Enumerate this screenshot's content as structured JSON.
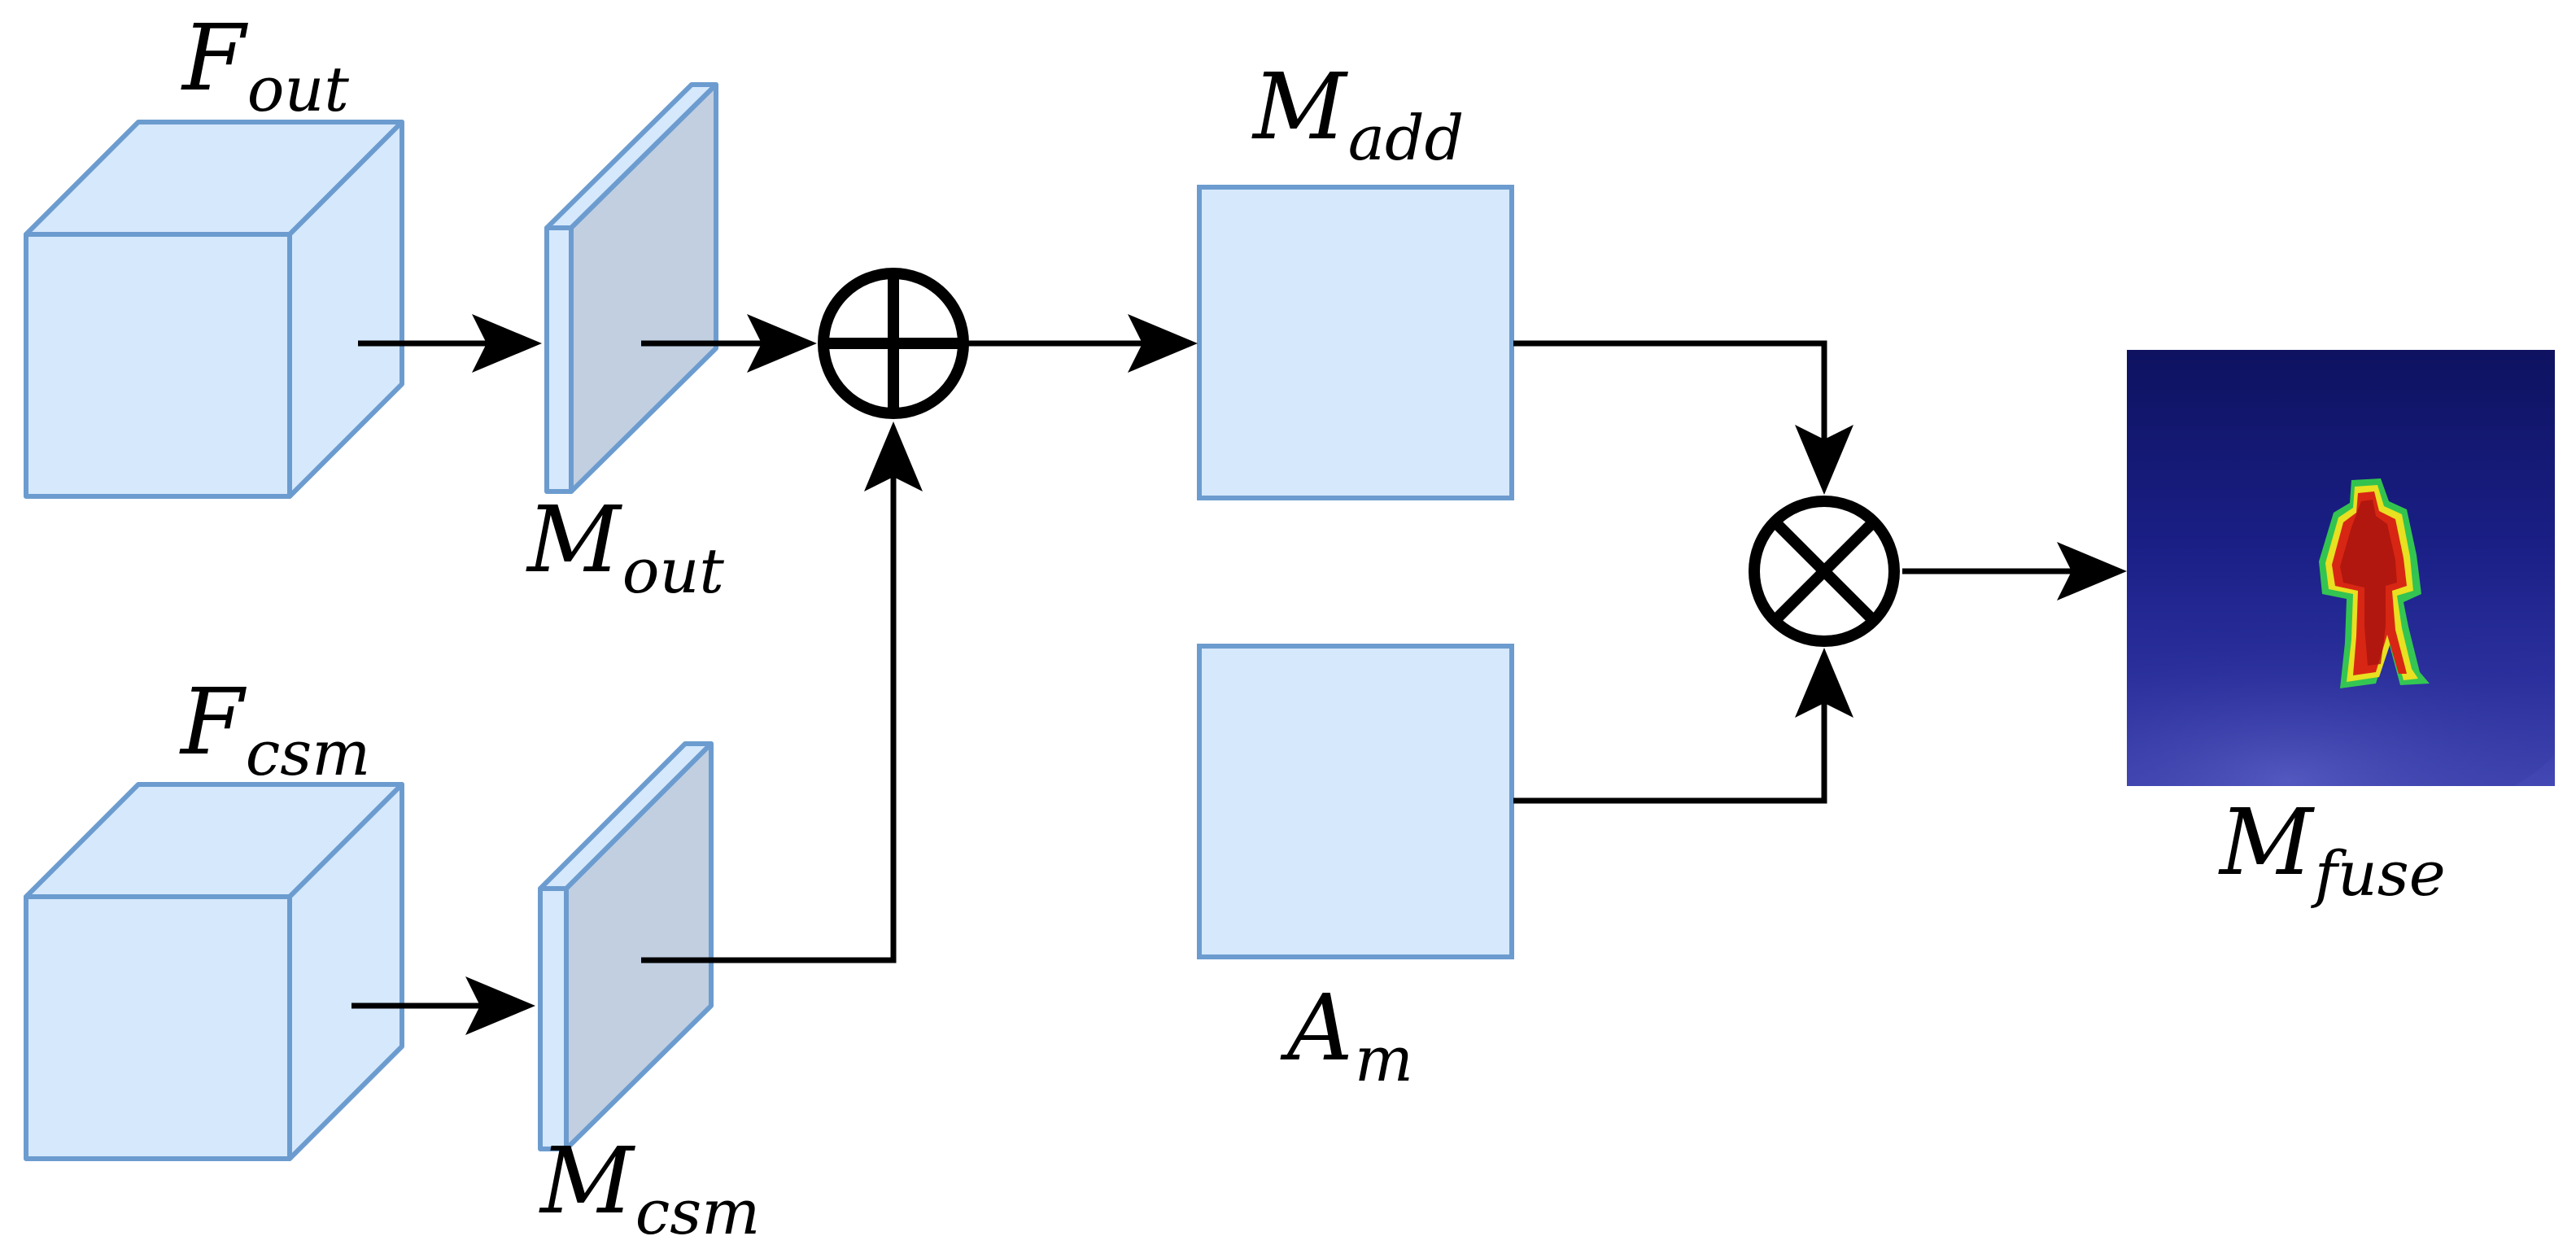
{
  "labels": {
    "f_out": {
      "main": "F",
      "sub": "out"
    },
    "m_out": {
      "main": "M",
      "sub": "out"
    },
    "f_csm": {
      "main": "F",
      "sub": "csm"
    },
    "m_csm": {
      "main": "M",
      "sub": "csm"
    },
    "m_add": {
      "main": "M",
      "sub": "add"
    },
    "a_m": {
      "main": "A",
      "sub": "m"
    },
    "m_fuse": {
      "main": "M",
      "sub": "fuse"
    }
  },
  "operators": {
    "add": "element-wise addition (⊕)",
    "multiply": "element-wise multiplication (⊗)"
  },
  "colors": {
    "box_fill": "#d5e8fc",
    "box_stroke": "#6c9ccf",
    "plane_fill": "#c1cfe1",
    "arrow": "#000000",
    "heatmap_bg": "#161a7a",
    "heatmap_hot": "#c81e0e"
  }
}
